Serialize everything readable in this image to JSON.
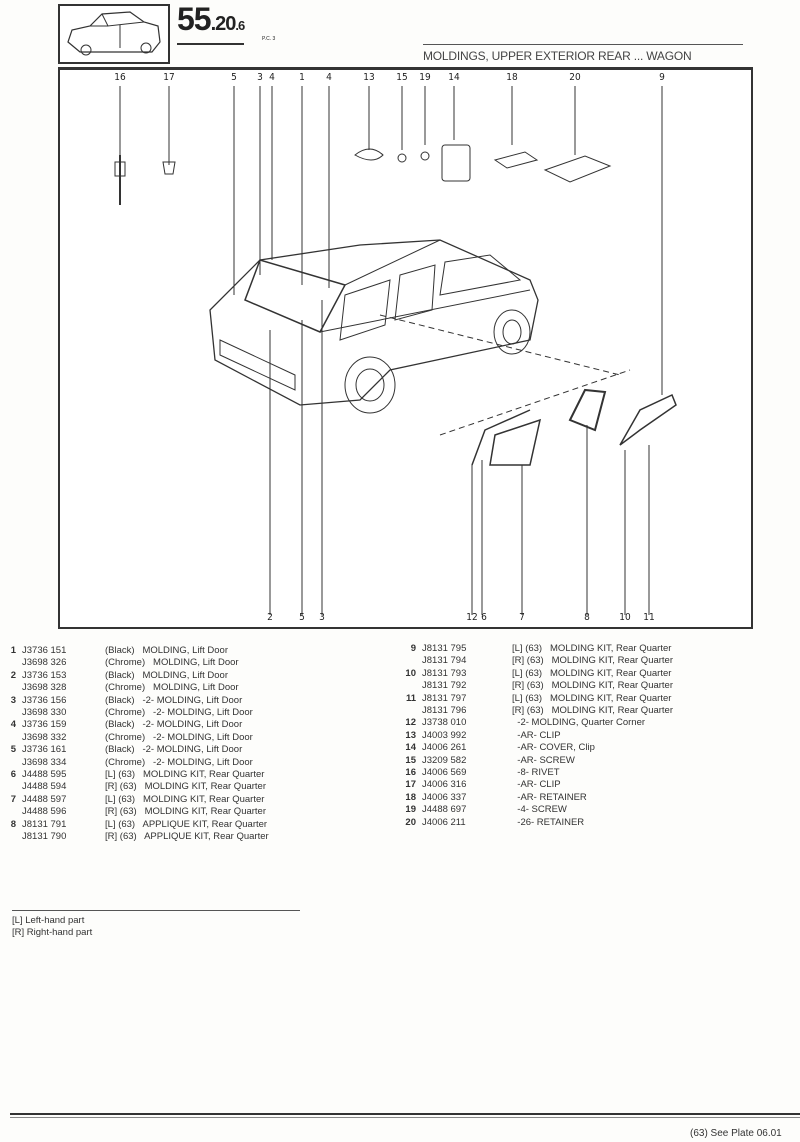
{
  "header": {
    "plate_main": "55",
    "plate_sub": ".20",
    "plate_sub2": ".6",
    "pc": "P.C. 3",
    "title": "MOLDINGS, UPPER EXTERIOR REAR ... WAGON"
  },
  "diagram": {
    "top_callouts": [
      "16",
      "17",
      "5",
      "3",
      "4",
      "1",
      "4",
      "13",
      "15",
      "19",
      "14",
      "18",
      "20",
      "9"
    ],
    "bottom_callouts": [
      "2",
      "5",
      "3",
      "12",
      "6",
      "7",
      "8",
      "10",
      "11"
    ]
  },
  "parts_left": [
    {
      "no": "1",
      "part": "J3736 151",
      "desc": "(Black)   MOLDING, Lift Door"
    },
    {
      "no": "",
      "part": "J3698 326",
      "desc": "(Chrome)   MOLDING, Lift Door"
    },
    {
      "no": "2",
      "part": "J3736 153",
      "desc": "(Black)   MOLDING, Lift Door"
    },
    {
      "no": "",
      "part": "J3698 328",
      "desc": "(Chrome)   MOLDING, Lift Door"
    },
    {
      "no": "3",
      "part": "J3736 156",
      "desc": "(Black)   -2- MOLDING, Lift Door"
    },
    {
      "no": "",
      "part": "J3698 330",
      "desc": "(Chrome)   -2- MOLDING, Lift Door"
    },
    {
      "no": "4",
      "part": "J3736 159",
      "desc": "(Black)   -2- MOLDING, Lift Door"
    },
    {
      "no": "",
      "part": "J3698 332",
      "desc": "(Chrome)   -2- MOLDING, Lift Door"
    },
    {
      "no": "5",
      "part": "J3736 161",
      "desc": "(Black)   -2- MOLDING, Lift Door"
    },
    {
      "no": "",
      "part": "J3698 334",
      "desc": "(Chrome)   -2- MOLDING, Lift Door"
    },
    {
      "no": "6",
      "part": "J4488 595",
      "desc": "[L] (63)   MOLDING KIT, Rear Quarter"
    },
    {
      "no": "",
      "part": "J4488 594",
      "desc": "[R] (63)   MOLDING KIT, Rear Quarter"
    },
    {
      "no": "7",
      "part": "J4488 597",
      "desc": "[L] (63)   MOLDING KIT, Rear Quarter"
    },
    {
      "no": "",
      "part": "J4488 596",
      "desc": "[R] (63)   MOLDING KIT, Rear Quarter"
    },
    {
      "no": "8",
      "part": "J8131 791",
      "desc": "[L] (63)   APPLIQUE KIT, Rear Quarter"
    },
    {
      "no": "",
      "part": "J8131 790",
      "desc": "[R] (63)   APPLIQUE KIT, Rear Quarter"
    }
  ],
  "parts_right": [
    {
      "no": "9",
      "part": "J8131 795",
      "desc": "[L] (63)   MOLDING KIT, Rear Quarter"
    },
    {
      "no": "",
      "part": "J8131 794",
      "desc": "[R] (63)   MOLDING KIT, Rear Quarter"
    },
    {
      "no": "10",
      "part": "J8131 793",
      "desc": "[L] (63)   MOLDING KIT, Rear Quarter"
    },
    {
      "no": "",
      "part": "J8131 792",
      "desc": "[R] (63)   MOLDING KIT, Rear Quarter"
    },
    {
      "no": "11",
      "part": "J8131 797",
      "desc": "[L] (63)   MOLDING KIT, Rear Quarter"
    },
    {
      "no": "",
      "part": "J8131 796",
      "desc": "[R] (63)   MOLDING KIT, Rear Quarter"
    },
    {
      "no": "12",
      "part": "J3738 010",
      "desc": "  -2- MOLDING, Quarter Corner"
    },
    {
      "no": "13",
      "part": "J4003 992",
      "desc": "  -AR- CLIP"
    },
    {
      "no": "14",
      "part": "J4006 261",
      "desc": "  -AR- COVER, Clip"
    },
    {
      "no": "15",
      "part": "J3209 582",
      "desc": "  -AR- SCREW"
    },
    {
      "no": "16",
      "part": "J4006 569",
      "desc": "  -8- RIVET"
    },
    {
      "no": "17",
      "part": "J4006 316",
      "desc": "  -AR- CLIP"
    },
    {
      "no": "18",
      "part": "J4006 337",
      "desc": "  -AR- RETAINER"
    },
    {
      "no": "19",
      "part": "J4488 697",
      "desc": "  -4- SCREW"
    },
    {
      "no": "20",
      "part": "J4006 211",
      "desc": "  -26- RETAINER"
    }
  ],
  "legend": {
    "left": "[L] Left-hand part",
    "right": "[R] Right-hand part"
  },
  "footer": {
    "note": "(63) See Plate 06.01"
  }
}
